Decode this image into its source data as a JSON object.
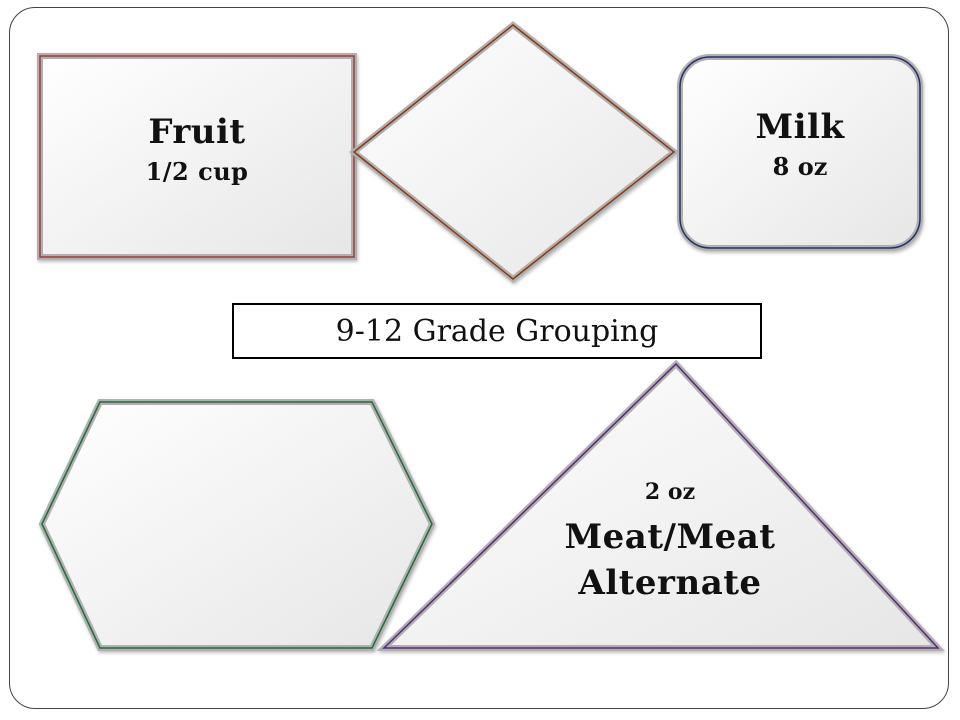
{
  "fruit": {
    "title": "Fruit",
    "quantity": "1/2 cup"
  },
  "milk": {
    "title": "Milk",
    "quantity": "8 oz"
  },
  "grade_grouping": "9-12 Grade Grouping",
  "meat": {
    "quantity": "2 oz",
    "title_line1": "Meat/Meat",
    "title_line2": "Alternate"
  },
  "colors": {
    "fruit_border": "#a33a3a",
    "diamond_border": "#8a3a12",
    "milk_border": "#27306a",
    "hexagon_border": "#1f6e3a",
    "triangle_border": "#5a2a7a"
  }
}
